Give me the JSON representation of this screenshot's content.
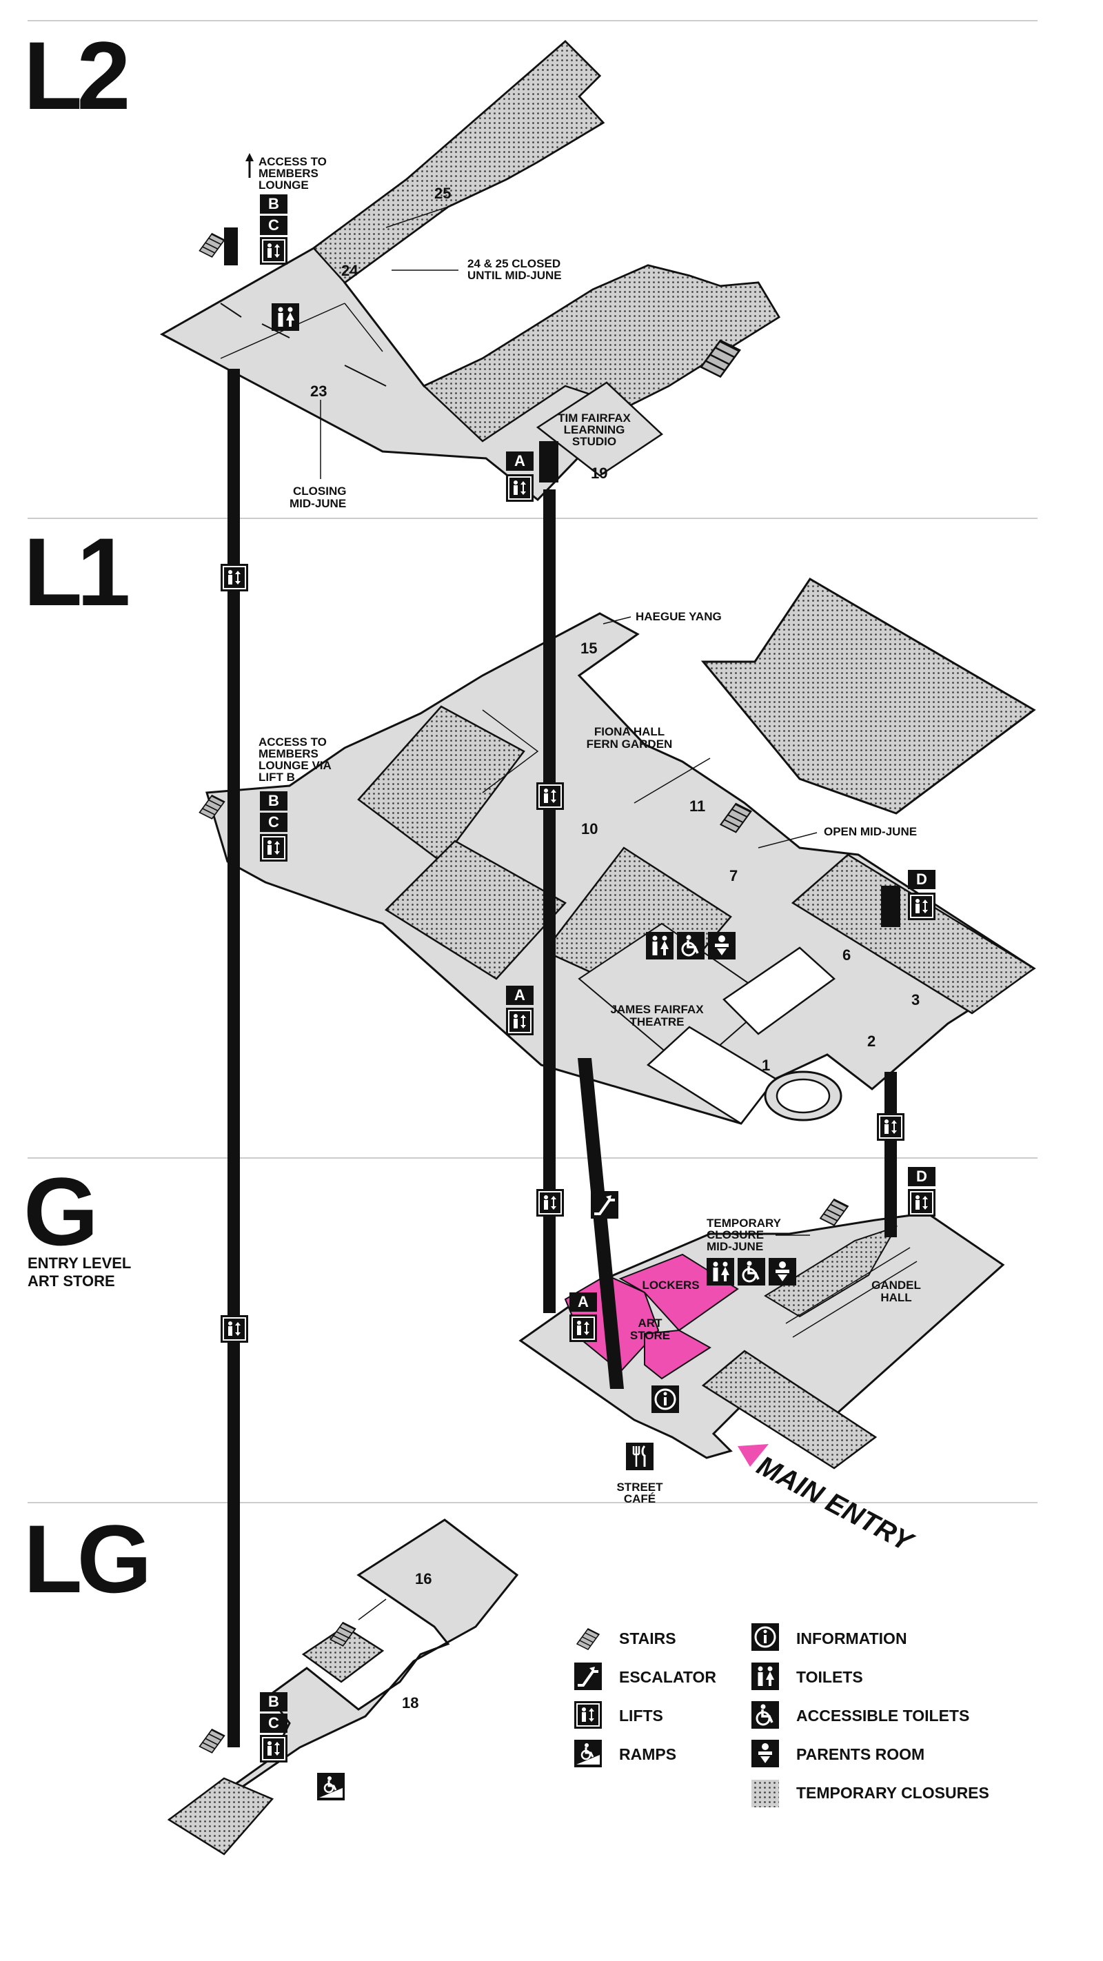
{
  "levels": {
    "l2": {
      "name": "L2"
    },
    "l1": {
      "name": "L1"
    },
    "g": {
      "name": "G",
      "sub": [
        "ENTRY LEVEL",
        "ART STORE"
      ]
    },
    "lg": {
      "name": "LG"
    }
  },
  "labels": {
    "access_members_l2": [
      "ACCESS TO",
      "MEMBERS",
      "LOUNGE"
    ],
    "closed_24_25": [
      "24 & 25 CLOSED",
      "UNTIL MID-JUNE"
    ],
    "closing_mid_june": [
      "CLOSING",
      "MID-JUNE"
    ],
    "learning_studio": [
      "TIM FAIRFAX",
      "LEARNING",
      "STUDIO"
    ],
    "haegue_yang": "HAEGUE YANG",
    "fern_garden": [
      "FIONA HALL",
      "FERN GARDEN"
    ],
    "access_members_l1": [
      "ACCESS TO",
      "MEMBERS",
      "LOUNGE VIA",
      "LIFT B"
    ],
    "open_mid_june": "OPEN MID-JUNE",
    "theatre": [
      "JAMES FAIRFAX",
      "THEATRE"
    ],
    "temp_closure": [
      "TEMPORARY",
      "CLOSURE",
      "MID-JUNE"
    ],
    "lockers": "LOCKERS",
    "art_store": [
      "ART",
      "STORE"
    ],
    "gandel_hall": [
      "GANDEL",
      "HALL"
    ],
    "street_cafe": [
      "STREET",
      "CAFÉ"
    ],
    "main_entry": "MAIN ENTRY"
  },
  "rooms": {
    "r25": "25",
    "r24": "24",
    "r23": "23",
    "r19": "19",
    "r15": "15",
    "r11": "11",
    "r10": "10",
    "r7": "7",
    "r6": "6",
    "r3": "3",
    "r2": "2",
    "r1": "1",
    "r16": "16",
    "r18": "18"
  },
  "lifts": {
    "a": "A",
    "b": "B",
    "c": "C",
    "d": "D"
  },
  "legend": {
    "stairs": "STAIRS",
    "escalator": "ESCALATOR",
    "lifts": "LIFTS",
    "ramps": "RAMPS",
    "information": "INFORMATION",
    "toilets": "TOILETS",
    "accessible_toilets": "ACCESSIBLE TOILETS",
    "parents_room": "PARENTS ROOM",
    "temporary_closures": "TEMPORARY CLOSURES"
  },
  "colors": {
    "floor": "#dcdcdc",
    "closure_dot": "#5a5a5a",
    "art_store": "#ee4fb0",
    "ink": "#111111"
  },
  "icons": [
    "stairs-icon",
    "escalator-icon",
    "lift-icon",
    "ramp-icon",
    "information-icon",
    "toilets-icon",
    "accessible-toilet-icon",
    "parents-room-icon",
    "cafe-icon",
    "arrow-up-icon"
  ]
}
